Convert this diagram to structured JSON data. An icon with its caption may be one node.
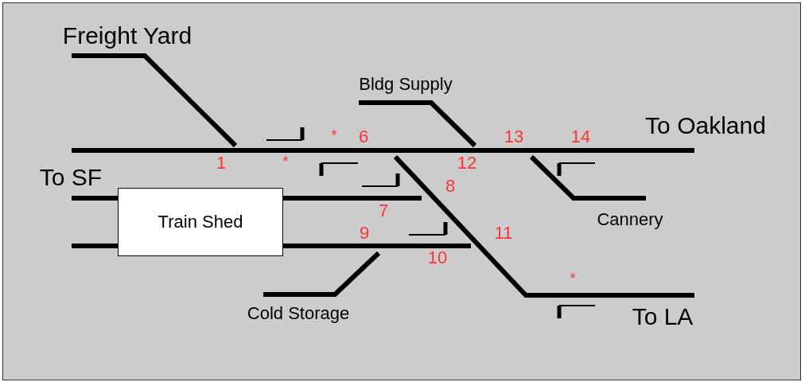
{
  "diagram": {
    "nodes": [
      {
        "text": [
          "Train Shed"
        ]
      }
    ],
    "labels": [
      "Freight Yard",
      "Bldg Supply",
      "To Oakland",
      "*",
      "6",
      "13",
      "14",
      "1",
      "*",
      "12",
      "To SF",
      "8",
      "7",
      "Cannery",
      "9",
      "11",
      "10",
      "*",
      "Cold Storage",
      "To LA"
    ]
  }
}
